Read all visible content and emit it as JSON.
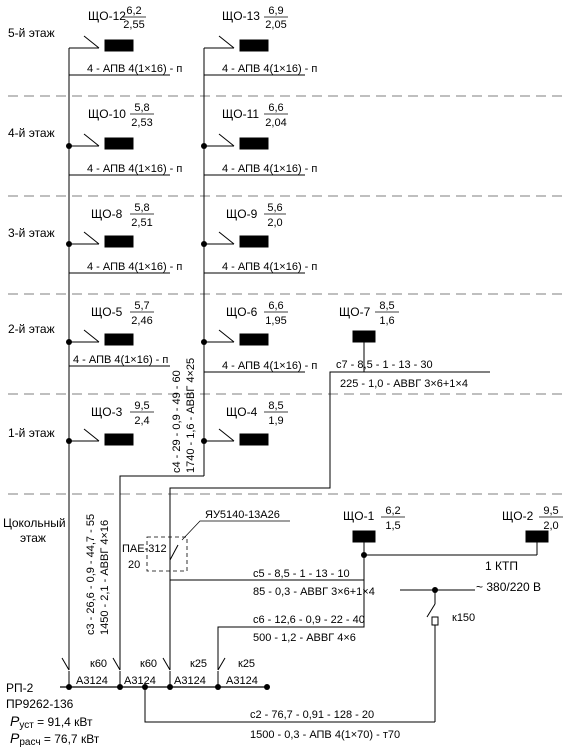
{
  "floors": [
    "5-й этаж",
    "4-й этаж",
    "3-й этаж",
    "2-й этаж",
    "1-й этаж"
  ],
  "basement": [
    "Цокольный",
    "этаж"
  ],
  "panels": {
    "shchO12": {
      "name": "ЩО-12",
      "num": "6,2",
      "den": "2,55"
    },
    "shchO13": {
      "name": "ЩО-13",
      "num": "6,9",
      "den": "2,05"
    },
    "shchO10": {
      "name": "ЩО-10",
      "num": "5,8",
      "den": "2,53"
    },
    "shchO11": {
      "name": "ЩО-11",
      "num": "6,6",
      "den": "2,04"
    },
    "shchO8": {
      "name": "ЩО-8",
      "num": "5,8",
      "den": "2,51"
    },
    "shchO9": {
      "name": "ЩО-9",
      "num": "5,6",
      "den": "2,0"
    },
    "shchO5": {
      "name": "ЩО-5",
      "num": "5,7",
      "den": "2,46"
    },
    "shchO6": {
      "name": "ЩО-6",
      "num": "6,6",
      "den": "1,95"
    },
    "shchO7": {
      "name": "ЩО-7",
      "num": "8,5",
      "den": "1,6"
    },
    "shchO3": {
      "name": "ЩО-3",
      "num": "9,5",
      "den": "2,4"
    },
    "shchO4": {
      "name": "ЩО-4",
      "num": "8,5",
      "den": "1,9"
    },
    "shchO1": {
      "name": "ЩО-1",
      "num": "6,2",
      "den": "1,5"
    },
    "shchO2": {
      "name": "ЩО-2",
      "num": "9,5",
      "den": "2,0"
    }
  },
  "cable_short": "4 - АПВ 4(1×16) - п",
  "lines": {
    "c7_top": "с7 - 8,5 - 1 - 13 - 30",
    "c7_bot": "225 - 1,0 - АВВГ 3×6+1×4",
    "c5_top": "с5 - 8,5 - 1 - 13 - 10",
    "c5_bot": "85 - 0,3 - АВВГ 3×6+1×4",
    "c6_top": "с6 - 12,6 - 0,9 - 22 - 40",
    "c6_bot": "500 - 1,2 - АВВГ 4×6",
    "c2_top": "с2 - 76,7 - 0,91 - 128 - 20",
    "c2_bot": "1500 - 0,3 - АПВ 4(1×70) - т70",
    "c3_a": "с3 - 26,6 - 0,9 - 44,7 - 55",
    "c3_b": "1450 - 2,1 - АВВГ 4×16",
    "c4_a": "с4 - 29 - 0,9 - 49 - 60",
    "c4_b": "1740 - 1,6 - АВВГ 4×25"
  },
  "yau_label": "ЯУ5140-13А26",
  "pae_label": "ПАЕ-312",
  "pae_value": "20",
  "breakers": {
    "k1": "к60",
    "k2": "к60",
    "k3": "к25",
    "k4": "к25",
    "k150": "к150"
  },
  "breaker_type": "А3124",
  "ktp_name": "1 КТП",
  "ktp_voltage": "~ 380/220 В",
  "rp_name": "РП-2",
  "rp_type": "ПР9262-136",
  "p_ust_sym": "Р",
  "p_ust_sub": "уст",
  "p_ust_val": " = 91,4 кВт",
  "p_rasch_sym": "Р",
  "p_rasch_sub": "расч",
  "p_rasch_val": " = 76,7 кВт"
}
